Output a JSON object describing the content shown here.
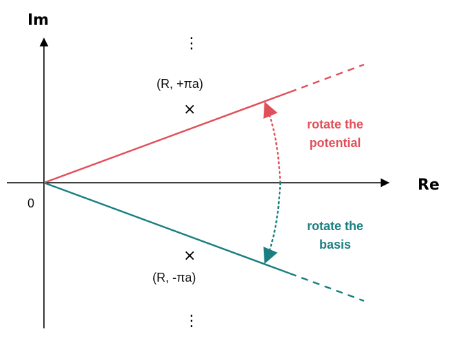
{
  "axes": {
    "x_label": "Re",
    "y_label": "Im",
    "origin_label": "0"
  },
  "poles": {
    "upper_label": "(R, +πa)",
    "lower_label": "(R, -πa)",
    "marker": "×",
    "ellipsis": "⋮"
  },
  "annotations": {
    "potential": {
      "line1": "rotate the",
      "line2": "potential",
      "color": "#e0505a"
    },
    "basis": {
      "line1": "rotate the",
      "line2": "basis",
      "color": "#1a7f80"
    }
  },
  "colors": {
    "axis": "#000000",
    "potential": "#e0505a",
    "basis": "#1a7f80"
  }
}
